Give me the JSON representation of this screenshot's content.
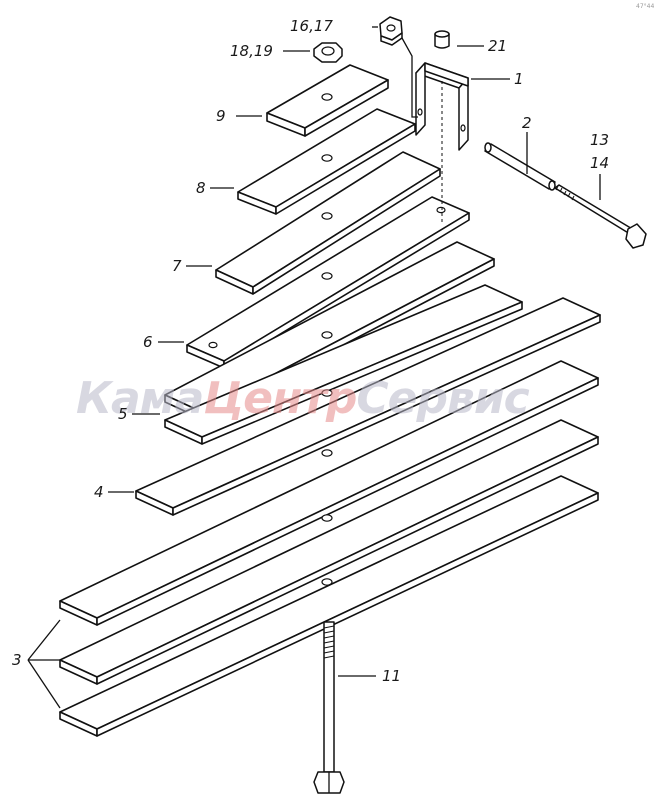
{
  "diagram": {
    "corner_mark": "47°44",
    "watermark": {
      "part1": "Кама",
      "part2": "Центр",
      "part3": "Сервис",
      "color1": "#b8b8c8",
      "color2": "#e58a8a",
      "color3": "#b8b8c8"
    },
    "labels": {
      "l1": "1",
      "l2": "2",
      "l3": "3",
      "l4": "4",
      "l5": "5",
      "l6": "6",
      "l7": "7",
      "l8": "8",
      "l9": "9",
      "l11": "11",
      "l13": "13",
      "l14": "14",
      "l16_17": "16,17",
      "l18_19": "18,19",
      "l21": "21"
    }
  }
}
